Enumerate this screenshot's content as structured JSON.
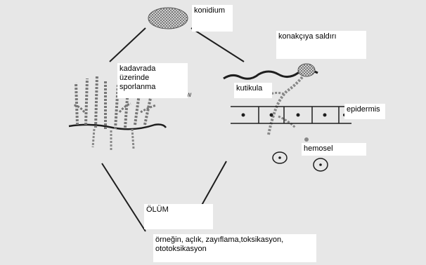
{
  "labels": {
    "konidium": "konidium",
    "konakciya_saldiri": "konakçıya saldırı",
    "kadavrada": "kadavrada",
    "uzerinde": "üzerinde",
    "sporlanma": "sporlanma",
    "kutikula": "kutikula",
    "epidermis": "epidermis",
    "hemosel": "hemosel",
    "olum": "ÖLÜM",
    "ornegin_1": "örneğin, açlık, zayıflama,toksikasyon,",
    "ornegin_2": "ototoksikasyon"
  },
  "colors": {
    "background": "#e7e7e7",
    "ink": "#1e1e1e",
    "fungus_fill": "#8a8a8a",
    "label_bg": "#ffffff"
  },
  "icons": {
    "conidium": "stippled-oval",
    "host_cuticle": "wavy-line",
    "epidermis": "cell-row",
    "hemocoel_cell": "circle-with-dot"
  }
}
